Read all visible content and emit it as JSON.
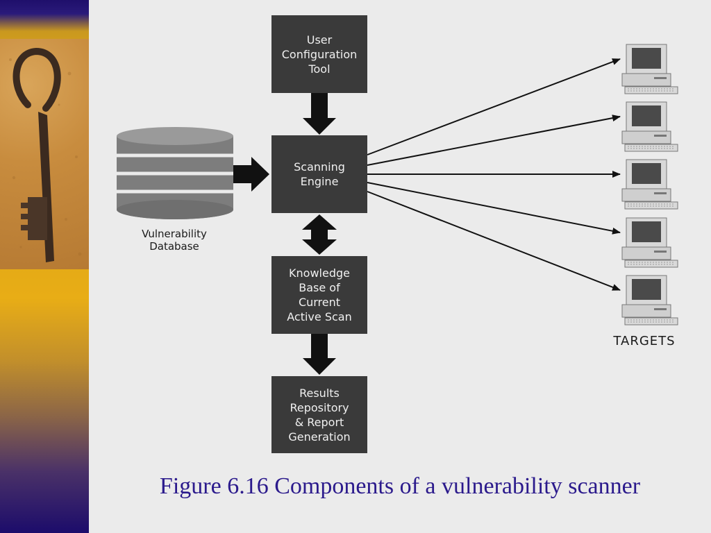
{
  "boxes": {
    "user_config": "User\nConfiguration\nTool",
    "scanning_engine": "Scanning\nEngine",
    "knowledge_base": "Knowledge\nBase of\nCurrent\nActive Scan",
    "results": "Results\nRepository\n& Report\nGeneration"
  },
  "database_label": "Vulnerability\nDatabase",
  "targets_label": "TARGETS",
  "caption": "Figure 6.16 Components of a vulnerability scanner",
  "target_count": 5,
  "colors": {
    "box_fill": "#3a3a3a",
    "background": "#ebebeb",
    "caption_text": "#2b1a8c",
    "strip_gold": "#e3a917",
    "strip_navy": "#1f0f6b"
  },
  "icons": [
    "key-photo",
    "database-cylinder-icon",
    "computer-icon"
  ]
}
